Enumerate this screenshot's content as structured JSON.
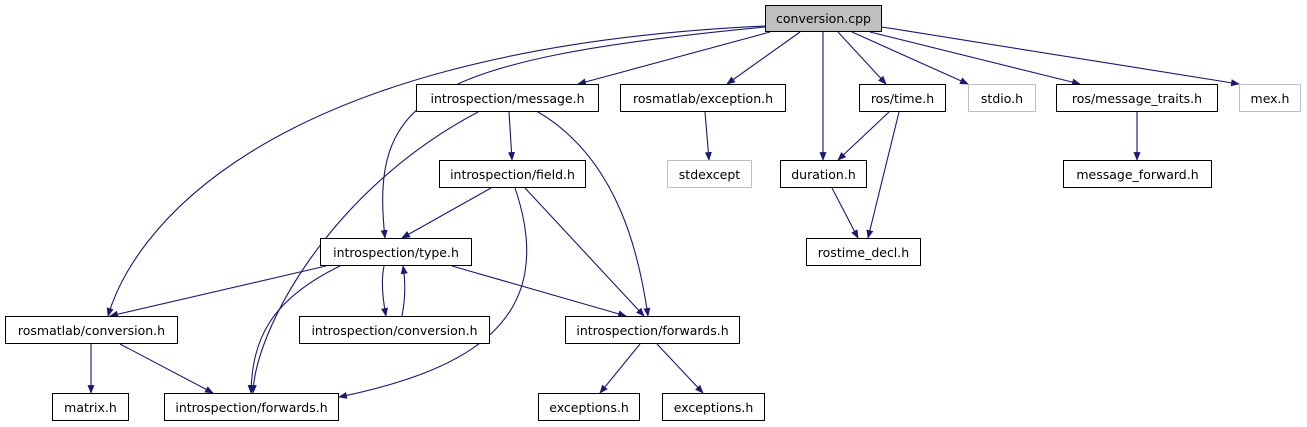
{
  "colors": {
    "edge": "#191970",
    "root_fill": "#bfbfbf",
    "node_border": "#000000",
    "external_border": "#bfbfbf"
  },
  "nodes": [
    {
      "id": "conversion_cpp",
      "label": "conversion.cpp",
      "kind": "root"
    },
    {
      "id": "intro_message",
      "label": "introspection/message.h",
      "kind": "file"
    },
    {
      "id": "rm_exception",
      "label": "rosmatlab/exception.h",
      "kind": "file"
    },
    {
      "id": "ros_time",
      "label": "ros/time.h",
      "kind": "file"
    },
    {
      "id": "stdio",
      "label": "stdio.h",
      "kind": "external"
    },
    {
      "id": "ros_traits",
      "label": "ros/message_traits.h",
      "kind": "file"
    },
    {
      "id": "mex",
      "label": "mex.h",
      "kind": "external"
    },
    {
      "id": "intro_field",
      "label": "introspection/field.h",
      "kind": "file"
    },
    {
      "id": "stdexcept",
      "label": "stdexcept",
      "kind": "external"
    },
    {
      "id": "duration",
      "label": "duration.h",
      "kind": "file"
    },
    {
      "id": "msg_forward",
      "label": "message_forward.h",
      "kind": "file"
    },
    {
      "id": "intro_type",
      "label": "introspection/type.h",
      "kind": "file"
    },
    {
      "id": "rostime_decl",
      "label": "rostime_decl.h",
      "kind": "file"
    },
    {
      "id": "rm_conversion",
      "label": "rosmatlab/conversion.h",
      "kind": "file"
    },
    {
      "id": "intro_conversion",
      "label": "introspection/conversion.h",
      "kind": "file"
    },
    {
      "id": "intro_forwards_a",
      "label": "introspection/forwards.h",
      "kind": "file"
    },
    {
      "id": "matrix",
      "label": "matrix.h",
      "kind": "file"
    },
    {
      "id": "intro_forwards_b",
      "label": "introspection/forwards.h",
      "kind": "file"
    },
    {
      "id": "exceptions_a",
      "label": "exceptions.h",
      "kind": "file"
    },
    {
      "id": "exceptions_b",
      "label": "exceptions.h",
      "kind": "file"
    }
  ],
  "edges": [
    {
      "from": "conversion_cpp",
      "to": "intro_message"
    },
    {
      "from": "conversion_cpp",
      "to": "rm_exception"
    },
    {
      "from": "conversion_cpp",
      "to": "ros_time"
    },
    {
      "from": "conversion_cpp",
      "to": "stdio"
    },
    {
      "from": "conversion_cpp",
      "to": "ros_traits"
    },
    {
      "from": "conversion_cpp",
      "to": "mex"
    },
    {
      "from": "conversion_cpp",
      "to": "duration"
    },
    {
      "from": "conversion_cpp",
      "to": "intro_type"
    },
    {
      "from": "conversion_cpp",
      "to": "rm_conversion"
    },
    {
      "from": "intro_message",
      "to": "intro_field"
    },
    {
      "from": "intro_message",
      "to": "intro_forwards_a"
    },
    {
      "from": "intro_message",
      "to": "intro_forwards_b"
    },
    {
      "from": "rm_exception",
      "to": "stdexcept"
    },
    {
      "from": "ros_time",
      "to": "duration"
    },
    {
      "from": "ros_time",
      "to": "rostime_decl"
    },
    {
      "from": "ros_traits",
      "to": "msg_forward"
    },
    {
      "from": "duration",
      "to": "rostime_decl"
    },
    {
      "from": "intro_field",
      "to": "intro_type"
    },
    {
      "from": "intro_field",
      "to": "intro_forwards_a"
    },
    {
      "from": "intro_field",
      "to": "intro_forwards_b"
    },
    {
      "from": "intro_type",
      "to": "rm_conversion"
    },
    {
      "from": "intro_type",
      "to": "intro_conversion"
    },
    {
      "from": "intro_type",
      "to": "intro_forwards_a"
    },
    {
      "from": "intro_type",
      "to": "intro_forwards_b"
    },
    {
      "from": "intro_conversion",
      "to": "intro_type"
    },
    {
      "from": "rm_conversion",
      "to": "matrix"
    },
    {
      "from": "rm_conversion",
      "to": "intro_forwards_b"
    },
    {
      "from": "intro_forwards_a",
      "to": "exceptions_a"
    },
    {
      "from": "intro_forwards_a",
      "to": "exceptions_b"
    }
  ]
}
